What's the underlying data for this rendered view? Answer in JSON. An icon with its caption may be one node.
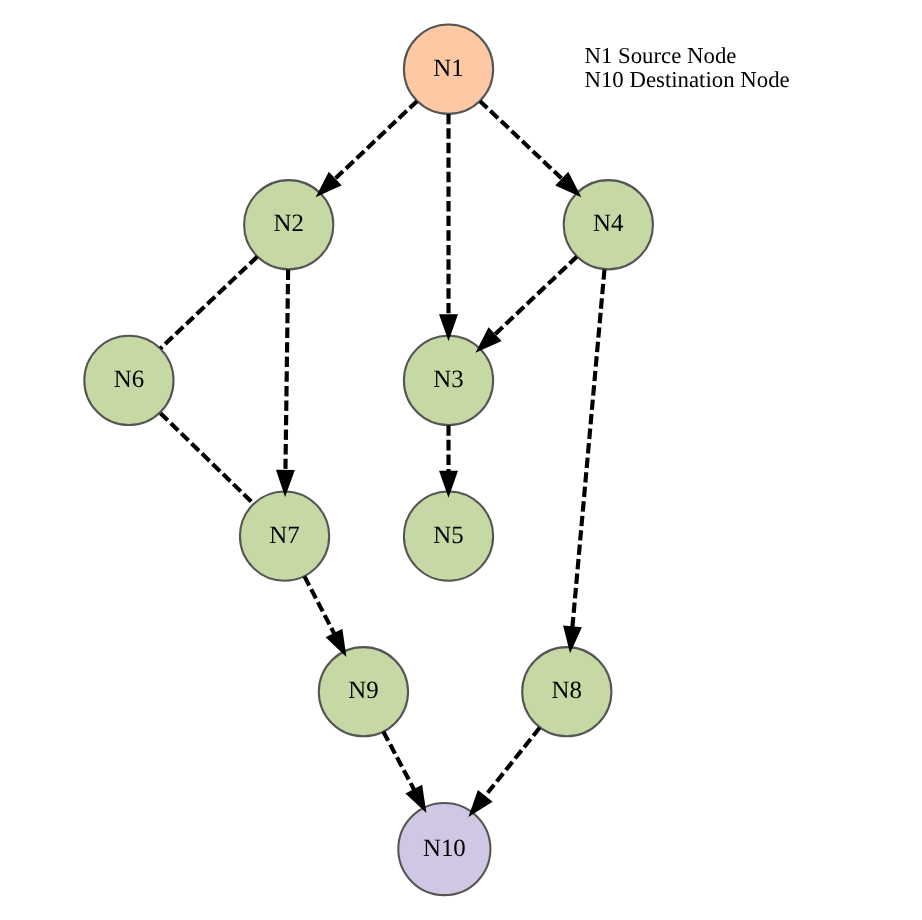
{
  "diagram": {
    "nodes": [
      {
        "text": [
          "N1"
        ]
      },
      {
        "text": [
          "N2"
        ]
      },
      {
        "text": [
          "N3"
        ]
      },
      {
        "text": [
          "N4"
        ]
      },
      {
        "text": [
          "N5"
        ]
      },
      {
        "text": [
          "N6"
        ]
      },
      {
        "text": [
          "N7"
        ]
      },
      {
        "text": [
          "N8"
        ]
      },
      {
        "text": [
          "N9"
        ]
      },
      {
        "text": [
          "N10"
        ]
      }
    ],
    "edges": [
      {
        "from": 0,
        "to": 1,
        "arrow": "to",
        "style": "dashed"
      },
      {
        "from": 0,
        "to": 2,
        "arrow": "to",
        "style": "dashed"
      },
      {
        "from": 0,
        "to": 3,
        "arrow": "to",
        "style": "dashed"
      },
      {
        "from": 1,
        "to": 5,
        "arrow": "none",
        "style": "dashed"
      },
      {
        "from": 1,
        "to": 6,
        "arrow": "to",
        "style": "dashed"
      },
      {
        "from": 3,
        "to": 2,
        "arrow": "to",
        "style": "dashed"
      },
      {
        "from": 5,
        "to": 6,
        "arrow": "none",
        "style": "dashed"
      },
      {
        "from": 2,
        "to": 4,
        "arrow": "to",
        "style": "dashed"
      },
      {
        "from": 3,
        "to": 7,
        "arrow": "to",
        "style": "dashed"
      },
      {
        "from": 6,
        "to": 8,
        "arrow": "to",
        "style": "dashed"
      },
      {
        "from": 7,
        "to": 9,
        "arrow": "to",
        "style": "dashed"
      },
      {
        "from": 8,
        "to": 9,
        "arrow": "to",
        "style": "dashed"
      }
    ],
    "labels": [
      "N1 Source Node",
      "N10 Destination Node"
    ]
  }
}
